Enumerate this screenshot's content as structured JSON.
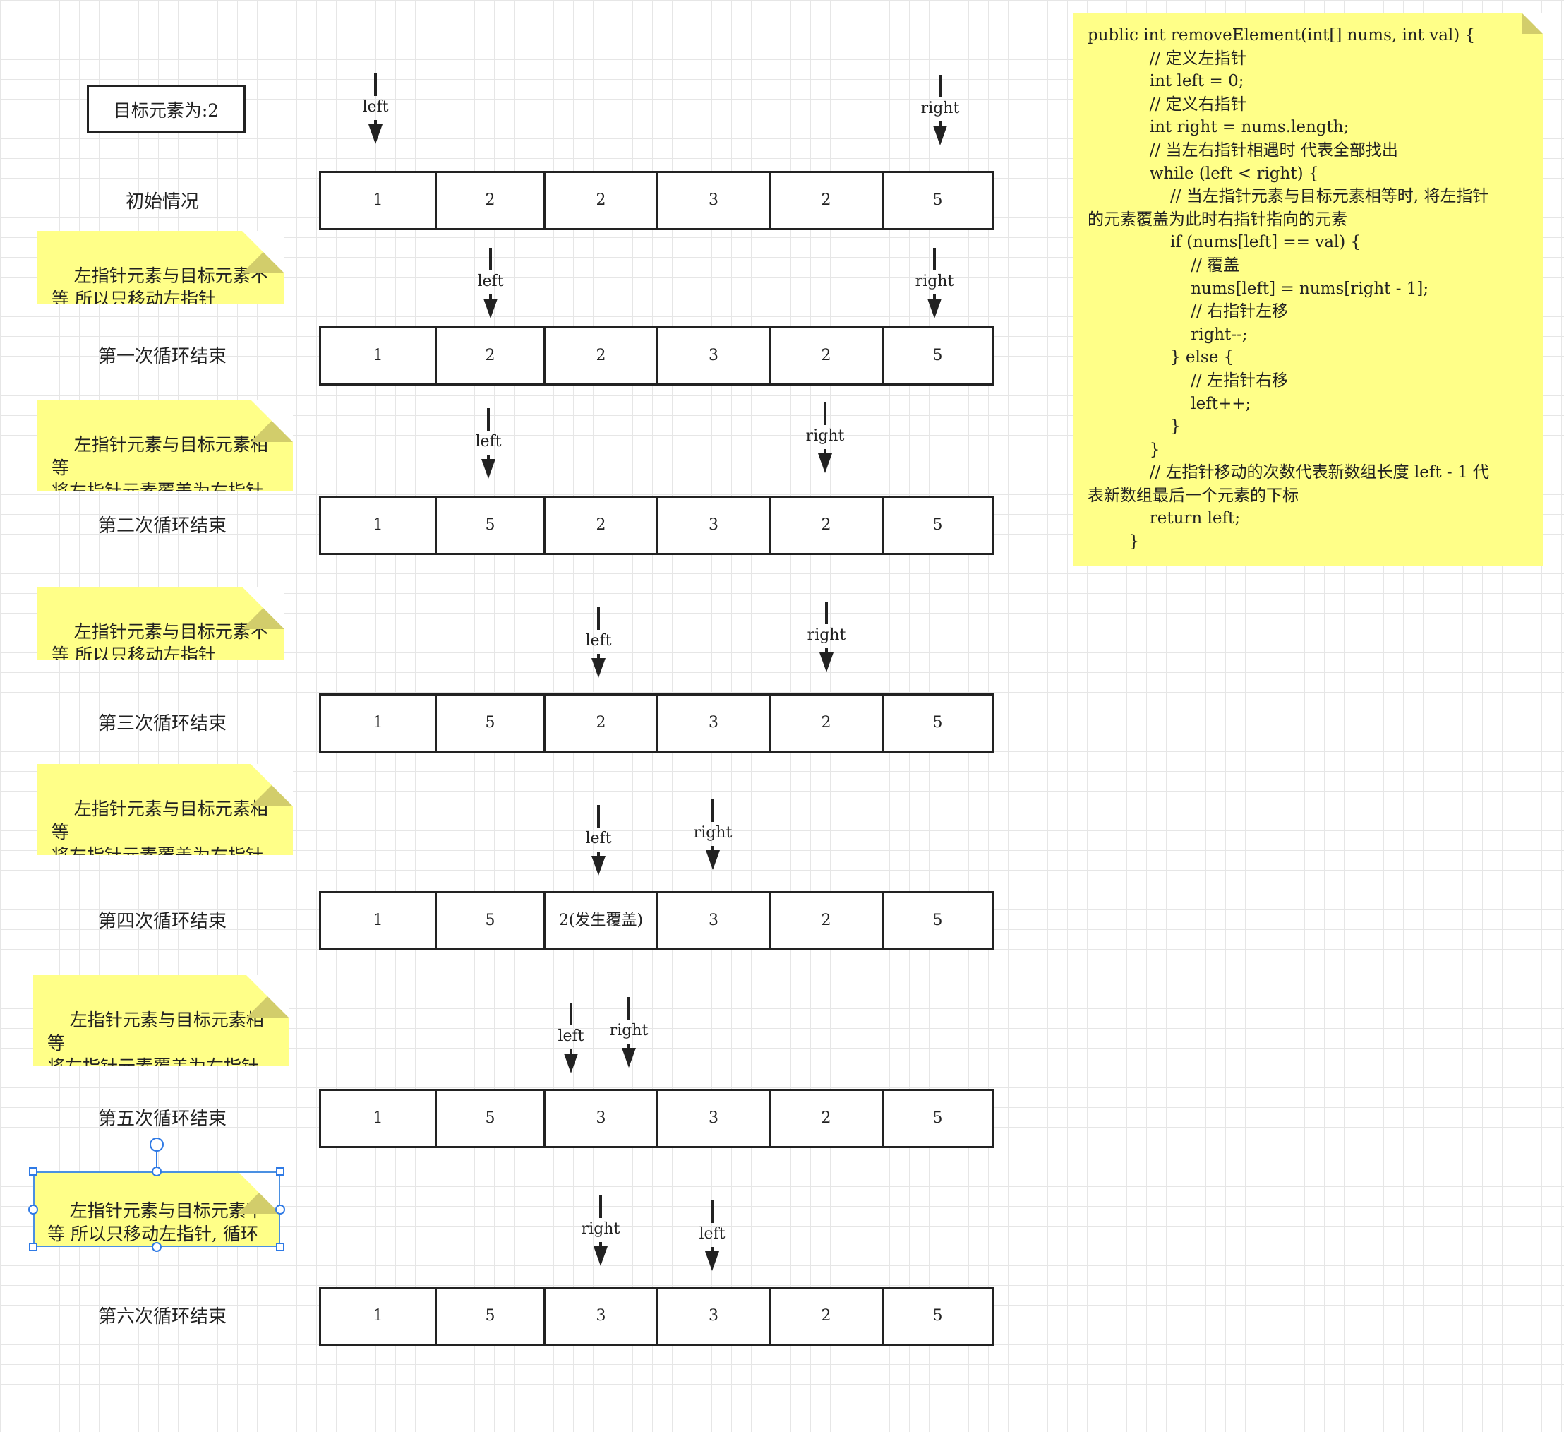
{
  "target_label": "目标元素为:2",
  "rows": [
    {
      "label": "初始情况",
      "cells": [
        "1",
        "2",
        "2",
        "3",
        "2",
        "5"
      ]
    },
    {
      "label": "第一次循环结束",
      "cells": [
        "1",
        "2",
        "2",
        "3",
        "2",
        "5"
      ]
    },
    {
      "label": "第二次循环结束",
      "cells": [
        "1",
        "5",
        "2",
        "3",
        "2",
        "5"
      ]
    },
    {
      "label": "第三次循环结束",
      "cells": [
        "1",
        "5",
        "2",
        "3",
        "2",
        "5"
      ]
    },
    {
      "label": "第四次循环结束",
      "cells": [
        "1",
        "5",
        "2(发生覆盖)",
        "3",
        "2",
        "5"
      ]
    },
    {
      "label": "第五次循环结束",
      "cells": [
        "1",
        "5",
        "3",
        "3",
        "2",
        "5"
      ]
    },
    {
      "label": "第六次循环结束",
      "cells": [
        "1",
        "5",
        "3",
        "3",
        "2",
        "5"
      ]
    }
  ],
  "pointers": [
    [
      "left",
      "right"
    ],
    [
      "left",
      "right"
    ],
    [
      "left",
      "right"
    ],
    [
      "left",
      "right"
    ],
    [
      "left",
      "right"
    ],
    [
      "left",
      "right"
    ],
    [
      "right",
      "left"
    ]
  ],
  "notes": [
    "左指针元素与目标元素不\n等 所以只移动左指针",
    "左指针元素与目标元素相等\n将左指针元素覆盖为右指针\n指向的元素, 右指针左移",
    "左指针元素与目标元素不\n等 所以只移动左指针",
    "左指针元素与目标元素相等\n将左指针元素覆盖为右指针\n指向的元素, 右指针左移",
    "左指针元素与目标元素相等\n将左指针元素覆盖为右指针\n指向的元素, 右指针左移",
    "左指针元素与目标元素不\n等 所以只移动左指针, 循环\n结束"
  ],
  "code": [
    "public int removeElement(int[] nums, int val) {",
    "            // 定义左指针",
    "            int left = 0;",
    "            // 定义右指针",
    "            int right = nums.length;",
    "            // 当左右指针相遇时 代表全部找出",
    "            while (left < right) {",
    "                // 当左指针元素与目标元素相等时, 将左指针",
    "的元素覆盖为此时右指针指向的元素",
    "                if (nums[left] == val) {",
    "                    // 覆盖",
    "                    nums[left] = nums[right - 1];",
    "                    // 右指针左移",
    "                    right--;",
    "                } else {",
    "                    // 左指针右移",
    "                    left++;",
    "                }",
    "            }",
    "            // 左指针移动的次数代表新数组长度 left - 1 代",
    "表新数组最后一个元素的下标",
    "            return left;",
    "        }"
  ],
  "colors": {
    "note": "#ffff88",
    "note_fold": "#d2cd6b",
    "grid": "#e6e6e6",
    "stroke": "#222222",
    "selection": "#2f7ae5"
  }
}
